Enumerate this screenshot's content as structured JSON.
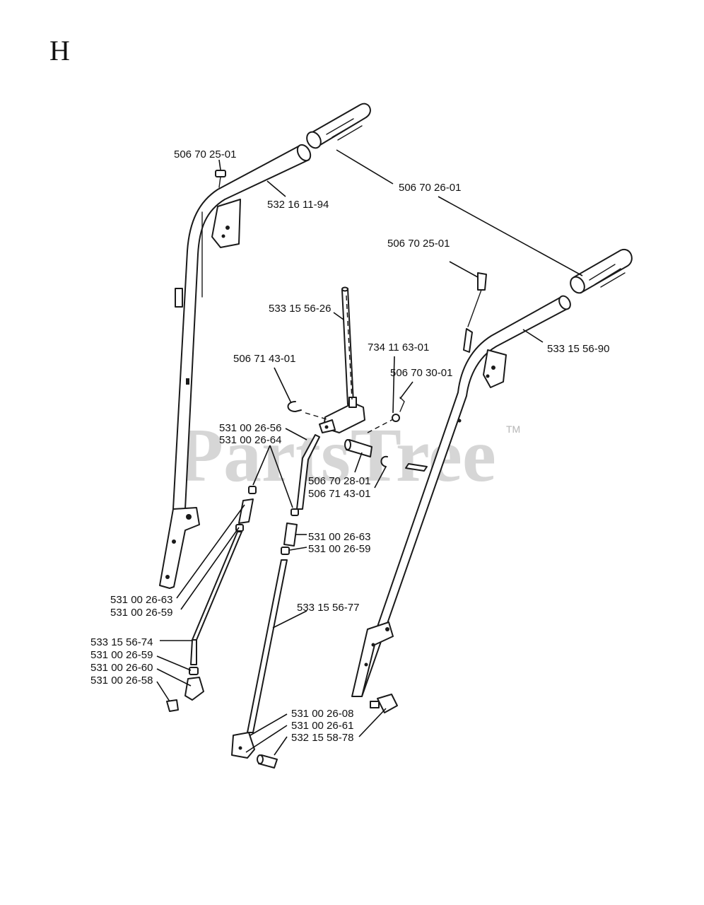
{
  "section_letter": "H",
  "watermark": {
    "text": "PartsTree",
    "mark": "TM"
  },
  "labels": [
    {
      "id": "lbl-1",
      "text": "506 70 25-01"
    },
    {
      "id": "lbl-2",
      "text": "532 16 11-94"
    },
    {
      "id": "lbl-3",
      "text": "506 70 26-01"
    },
    {
      "id": "lbl-4",
      "text": "506 70 25-01"
    },
    {
      "id": "lbl-5",
      "text": "533 15 56-26"
    },
    {
      "id": "lbl-6",
      "text": "734 11 63-01"
    },
    {
      "id": "lbl-7",
      "text": "533 15 56-90"
    },
    {
      "id": "lbl-8",
      "text": "506 71 43-01"
    },
    {
      "id": "lbl-9",
      "text": "506 70 30-01"
    },
    {
      "id": "lbl-10",
      "text": "531 00 26-56"
    },
    {
      "id": "lbl-11",
      "text": "531 00 26-64"
    },
    {
      "id": "lbl-12",
      "text": "506 70 28-01"
    },
    {
      "id": "lbl-13",
      "text": "506 71 43-01"
    },
    {
      "id": "lbl-14",
      "text": "531 00 26-63"
    },
    {
      "id": "lbl-15",
      "text": "531 00 26-59"
    },
    {
      "id": "lbl-16",
      "text": "531 00 26-63"
    },
    {
      "id": "lbl-17",
      "text": "531 00 26-59"
    },
    {
      "id": "lbl-18",
      "text": "533 15 56-77"
    },
    {
      "id": "lbl-19",
      "text": "533 15 56-74"
    },
    {
      "id": "lbl-20",
      "text": "531 00 26-59"
    },
    {
      "id": "lbl-21",
      "text": "531 00 26-60"
    },
    {
      "id": "lbl-22",
      "text": "531 00 26-58"
    },
    {
      "id": "lbl-23",
      "text": "531 00 26-08"
    },
    {
      "id": "lbl-24",
      "text": "531 00 26-61"
    },
    {
      "id": "lbl-25",
      "text": "532 15 58-78"
    }
  ]
}
